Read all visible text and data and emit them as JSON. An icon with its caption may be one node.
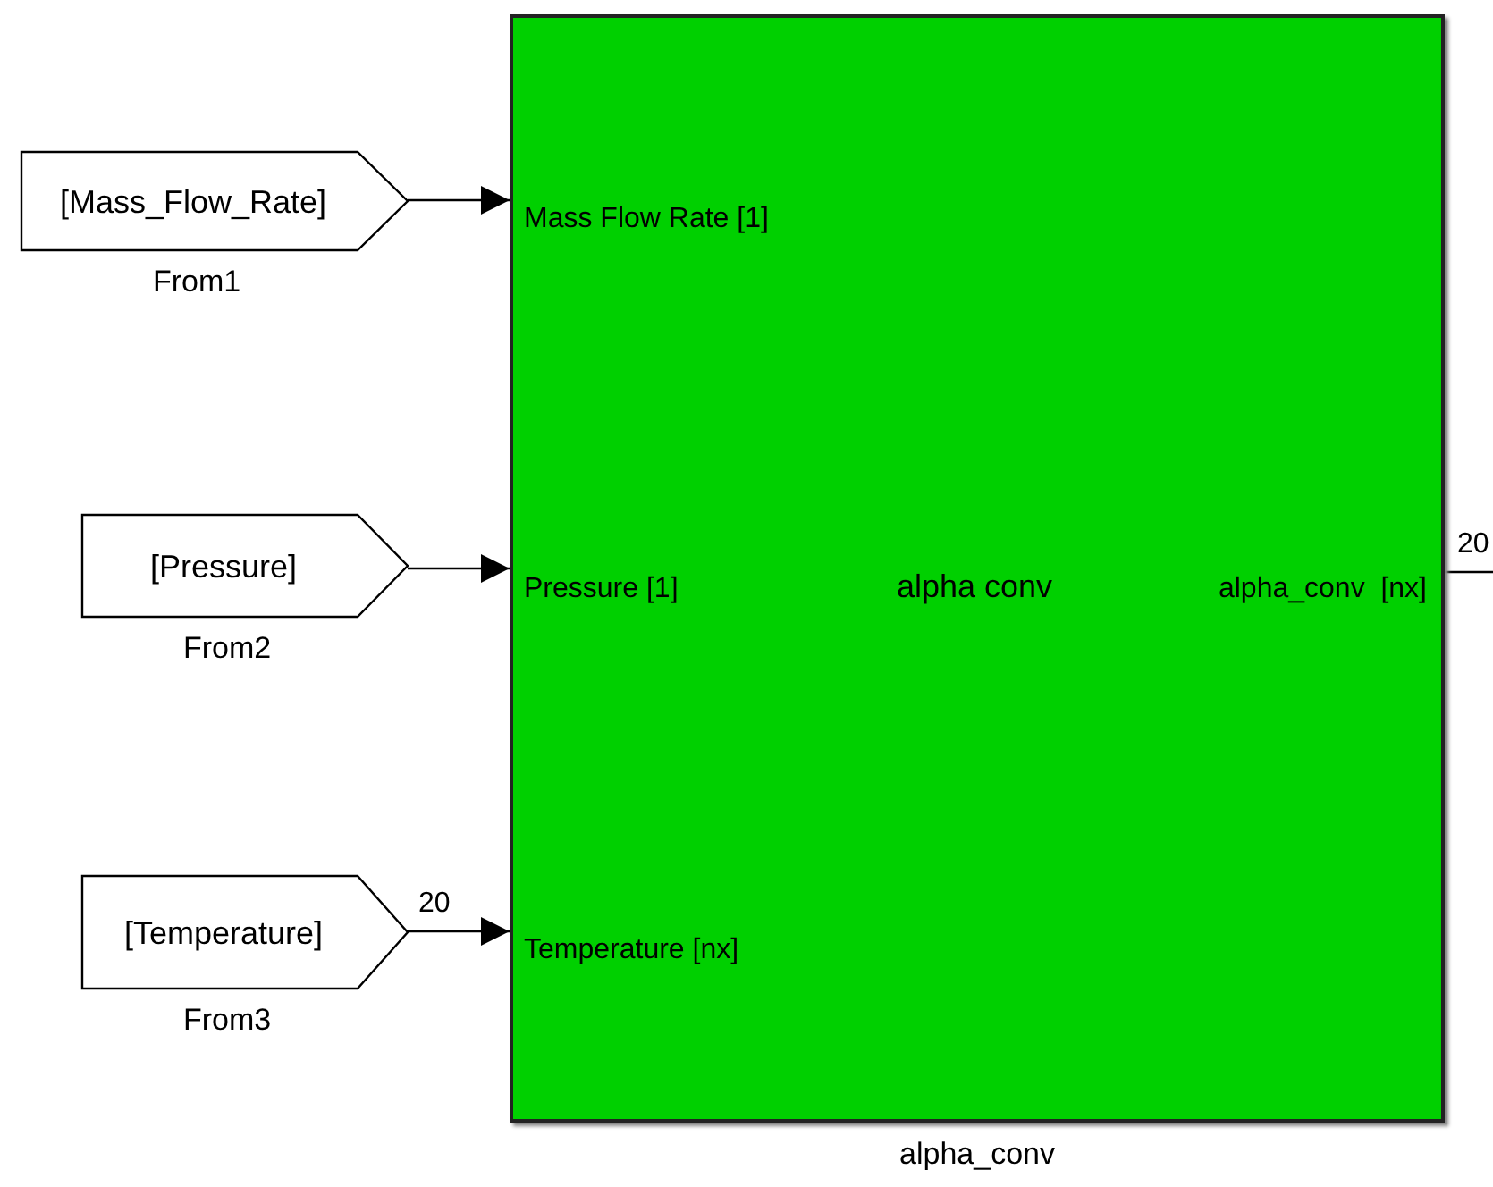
{
  "diagram": {
    "nodes": [
      {
        "text": [
          "[Mass_Flow_Rate]"
        ],
        "beside": [
          "From1"
        ]
      },
      {
        "text": [
          "[Pressure]"
        ],
        "beside": [
          "From2"
        ]
      },
      {
        "text": [
          "[Temperature]"
        ],
        "beside": [
          "From3"
        ]
      },
      {
        "text": [
          "Mass Flow Rate [1]",
          "Pressure [1]",
          "Temperature [nx]",
          "alpha conv",
          "alpha_conv  [nx]"
        ],
        "beside": [
          "alpha_conv"
        ]
      }
    ],
    "edges": [
      {
        "from": 0,
        "to": 3,
        "arrow": "to"
      },
      {
        "from": 1,
        "to": 3,
        "arrow": "to"
      },
      {
        "from": 2,
        "to": 3,
        "arrow": "to",
        "label": "20"
      },
      {
        "from": 3,
        "to": null,
        "arrow": "none",
        "label": "20"
      }
    ]
  }
}
